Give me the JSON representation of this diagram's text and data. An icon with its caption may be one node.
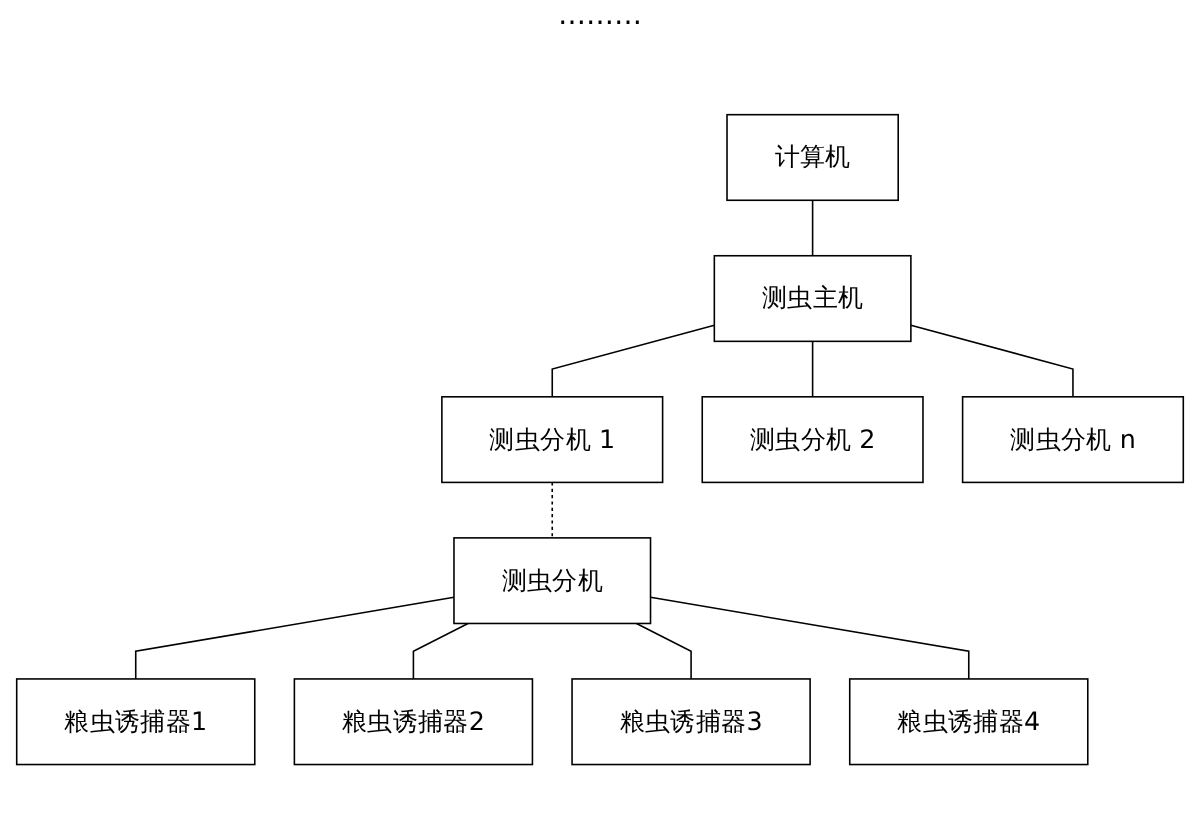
{
  "diagram": {
    "nodes": [
      {
        "text": [
          "计算机"
        ]
      },
      {
        "text": [
          "测虫主机"
        ]
      },
      {
        "text": [
          "测虫分机 1"
        ]
      },
      {
        "text": [
          "测虫分机 2"
        ]
      },
      {
        "text": [
          "测虫分机 n"
        ]
      },
      {
        "text": [
          "测虫分机"
        ]
      },
      {
        "text": [
          "粮虫诱捕器1"
        ]
      },
      {
        "text": [
          "粮虫诱捕器2"
        ]
      },
      {
        "text": [
          "粮虫诱捕器3"
        ]
      },
      {
        "text": [
          "粮虫诱捕器4"
        ]
      }
    ],
    "edges": [
      {
        "from": 0,
        "to": 1,
        "arrow": "none"
      },
      {
        "from": 1,
        "to": 2,
        "arrow": "none"
      },
      {
        "from": 1,
        "to": 3,
        "arrow": "none"
      },
      {
        "from": 1,
        "to": 4,
        "arrow": "none"
      },
      {
        "from": 2,
        "to": 5,
        "arrow": "none",
        "style": "dashed"
      },
      {
        "from": 5,
        "to": 6,
        "arrow": "none"
      },
      {
        "from": 5,
        "to": 7,
        "arrow": "none"
      },
      {
        "from": 5,
        "to": 8,
        "arrow": "none"
      },
      {
        "from": 5,
        "to": 9,
        "arrow": "none"
      }
    ],
    "labels": [
      "………"
    ]
  }
}
